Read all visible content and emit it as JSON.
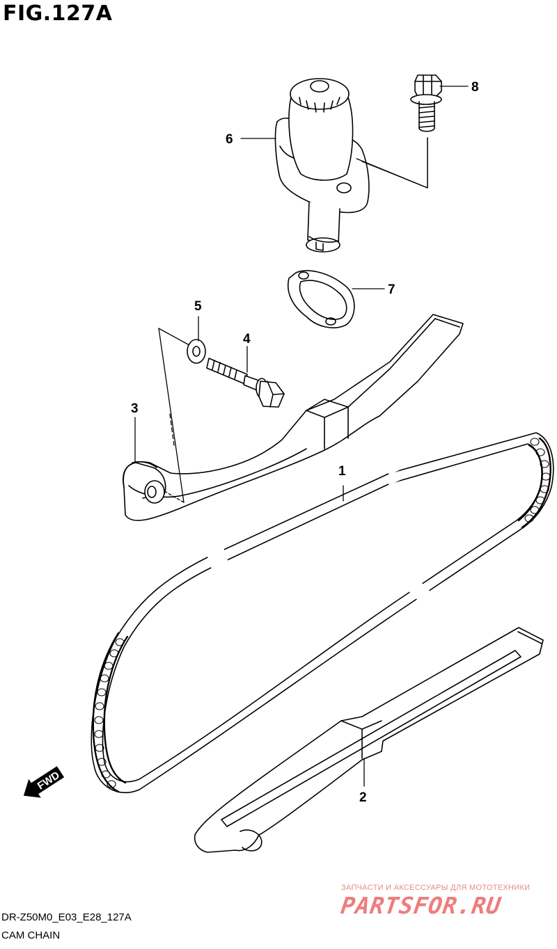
{
  "figure": {
    "title": "FIG.127A"
  },
  "callouts": [
    {
      "number": "1"
    },
    {
      "number": "2"
    },
    {
      "number": "3"
    },
    {
      "number": "4"
    },
    {
      "number": "5"
    },
    {
      "number": "6"
    },
    {
      "number": "7"
    },
    {
      "number": "8"
    }
  ],
  "direction_arrow": {
    "label": "FWD"
  },
  "footer": {
    "code": "DR-Z50M0_E03_E28_127A",
    "name": "CAM CHAIN"
  },
  "watermark": {
    "tagline": "ЗАПЧАСТИ И АКСЕССУАРЫ ДЛЯ МОТОТЕХНИКИ",
    "logo": "PARTSFOR.RU"
  }
}
